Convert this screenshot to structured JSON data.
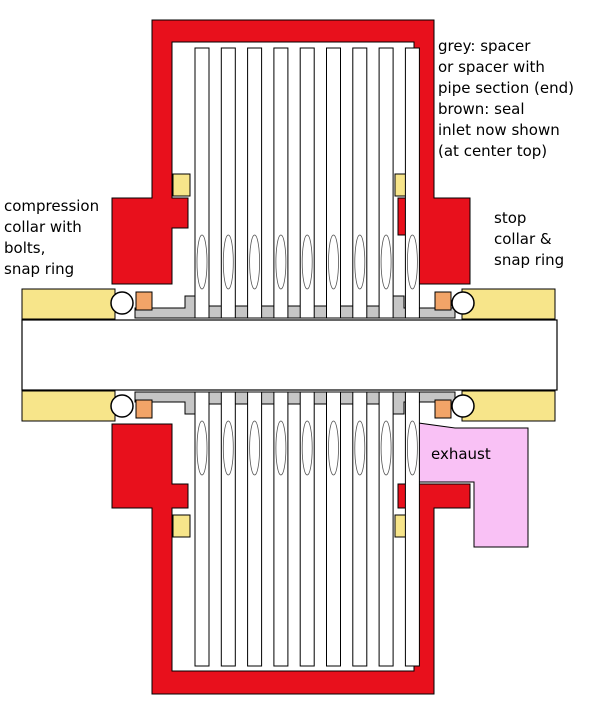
{
  "colors": {
    "housing": "#e8101c",
    "spacer": "#c6c6c6",
    "seal": "#f2a468",
    "collar": "#f7e58a",
    "exhaust": "#f9c1f5",
    "shaft": "#ffffff",
    "outline": "#000000"
  },
  "legend": {
    "line1": "grey: spacer",
    "line2": "or spacer with",
    "line3": "pipe section (end)",
    "line4": "brown: seal",
    "line5": "inlet now shown",
    "line6": "(at center top)"
  },
  "labels": {
    "compression": {
      "line1": "compression",
      "line2": "collar with",
      "line3": "bolts,",
      "line4": "snap ring"
    },
    "stop": {
      "line1": "stop",
      "line2": "collar &",
      "line3": "snap ring"
    },
    "exhaust": "exhaust"
  },
  "disk_count": 9
}
